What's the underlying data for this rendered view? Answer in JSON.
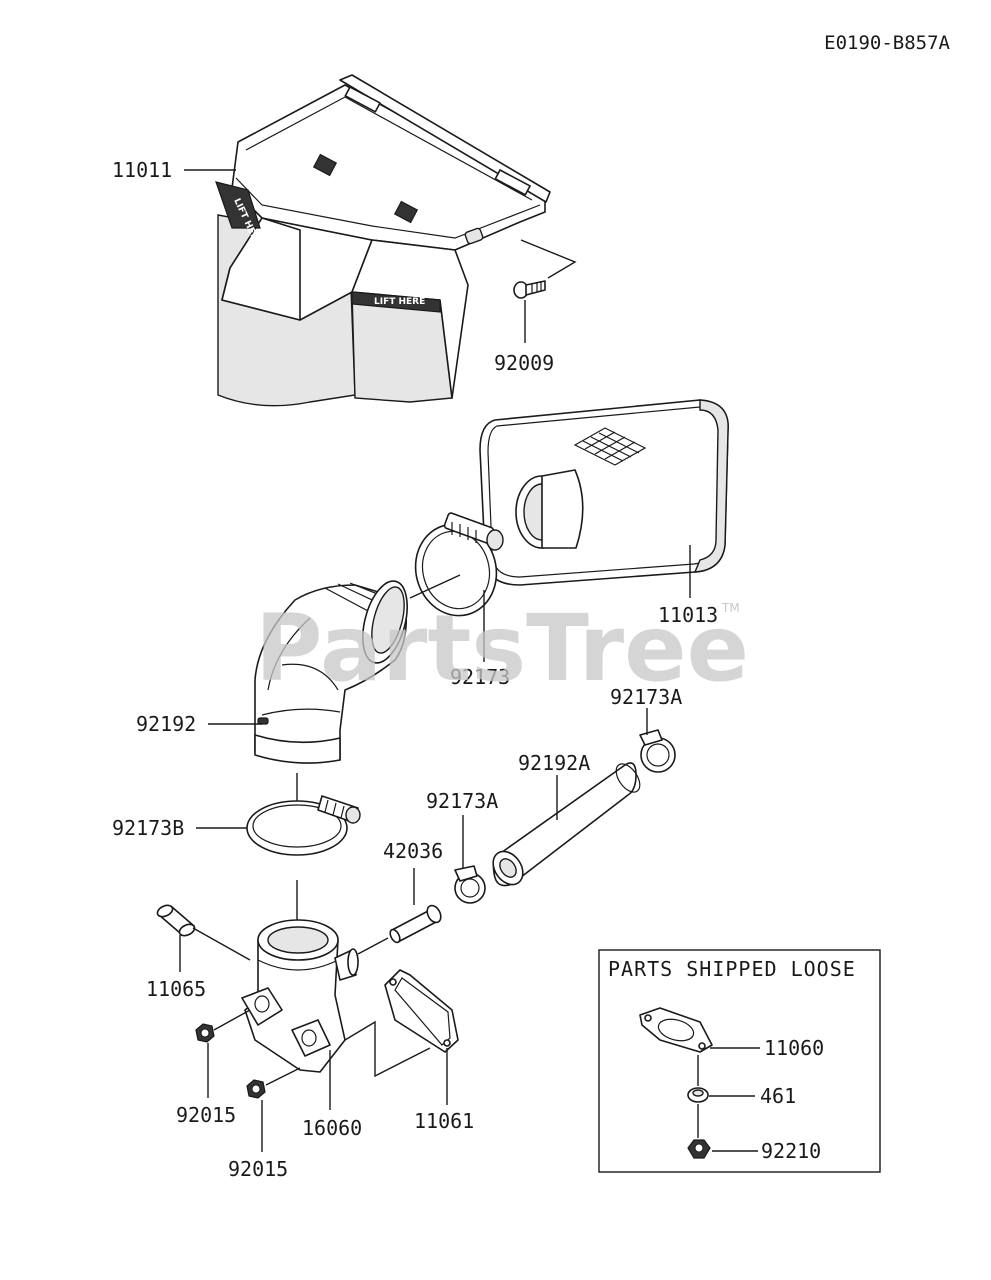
{
  "diagram": {
    "reference_code": "E0190-B857A",
    "watermark": "PartsTree",
    "watermark_tm": "TM",
    "stamp_text": "LIFT HERE",
    "loose_box_title": "PARTS SHIPPED LOOSE"
  },
  "callouts": [
    {
      "part": "11011"
    },
    {
      "part": "92009"
    },
    {
      "part": "11013"
    },
    {
      "part": "92173"
    },
    {
      "part": "92173A"
    },
    {
      "part": "92192"
    },
    {
      "part": "92192A"
    },
    {
      "part": "92173A"
    },
    {
      "part": "92173B"
    },
    {
      "part": "42036"
    },
    {
      "part": "11065"
    },
    {
      "part": "92015"
    },
    {
      "part": "16060"
    },
    {
      "part": "11061"
    },
    {
      "part": "92015"
    },
    {
      "part": "11060"
    },
    {
      "part": "461"
    },
    {
      "part": "92210"
    }
  ]
}
